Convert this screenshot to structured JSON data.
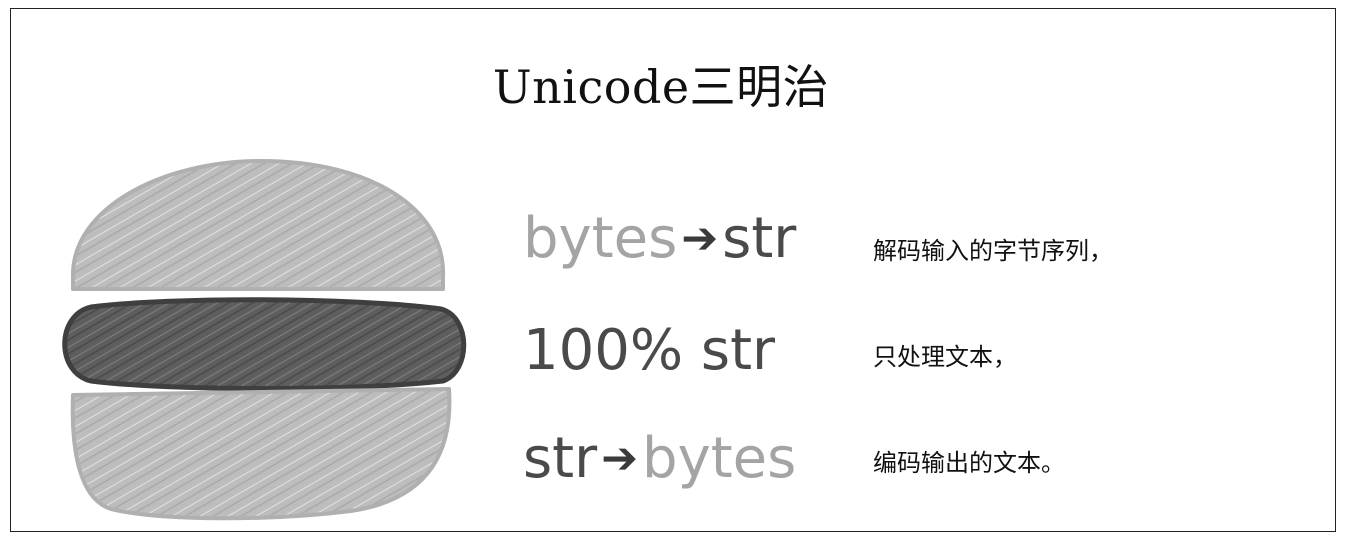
{
  "title": "Unicode三明治",
  "rows": [
    {
      "left_text": "bytes",
      "arrow": "➔",
      "right_text": "str",
      "description": "解码输入的字节序列，"
    },
    {
      "label": "100% str",
      "description": "只处理文本，"
    },
    {
      "left_text": "str",
      "arrow": "➔",
      "right_text": "bytes",
      "description": "编码输出的文本。"
    }
  ],
  "colors": {
    "bread": "#bdbdbd",
    "filling": "#5e5e5e",
    "light_text": "#a4a4a4",
    "dark_text": "#4a4a4a"
  }
}
